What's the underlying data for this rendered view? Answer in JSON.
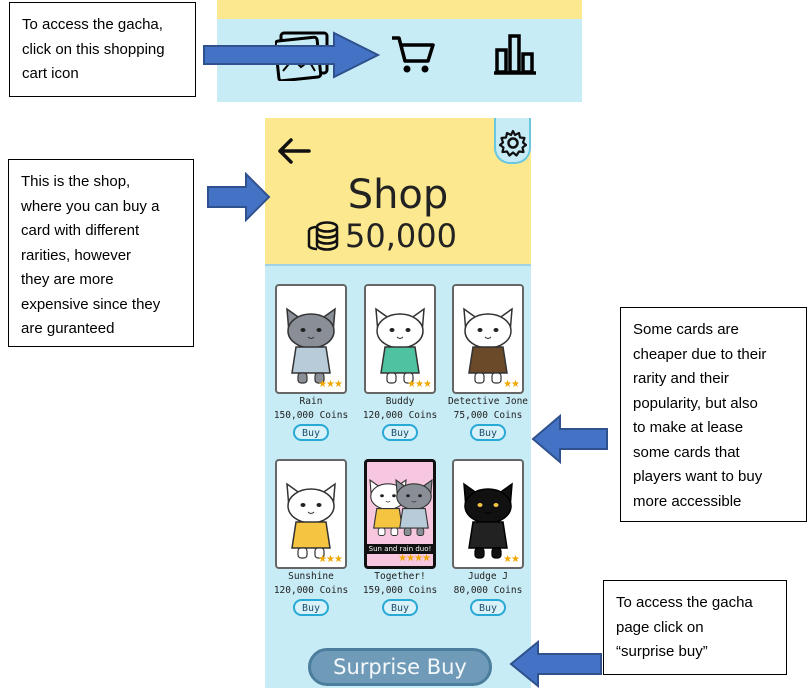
{
  "notes": {
    "gacha_access": "To access the gacha, click on this shopping cart icon",
    "gacha_access_lines": [
      "To access the gacha,",
      "click on this shopping",
      "cart icon"
    ],
    "shop_lines": [
      "This is the shop,",
      "where you can buy a",
      "card with different",
      "rarities, however",
      "they are more",
      "expensive since they",
      "are guranteed"
    ],
    "cheaper_lines": [
      "Some cards are",
      "cheaper due to their",
      "rarity and their",
      "popularity, but also",
      "to make at lease",
      "some cards that",
      "players want to buy",
      "more accessible"
    ],
    "surprise_lines": [
      "To access the gacha",
      "page click on",
      "“surprise buy”"
    ]
  },
  "nav": {
    "icons": [
      "cards-icon",
      "shopping-cart-icon",
      "bar-chart-icon"
    ]
  },
  "shop": {
    "title": "Shop",
    "coins": "50,000",
    "buy_label": "Buy",
    "surprise_label": "Surprise Buy",
    "cards": [
      {
        "name": "Rain",
        "price": "150,000 Coins",
        "stars": "★★★",
        "fur": "#8a8f97",
        "outfit": "#b7cbd8"
      },
      {
        "name": "Buddy",
        "price": "120,000 Coins",
        "stars": "★★★",
        "fur": "#ffffff",
        "outfit": "#4fc3a1"
      },
      {
        "name": "Detective Jone",
        "price": "75,000 Coins",
        "stars": "★★",
        "fur": "#ffffff",
        "outfit": "#6b4a2a"
      },
      {
        "name": "Sunshine",
        "price": "120,000 Coins",
        "stars": "★★★",
        "fur": "#ffffff",
        "outfit": "#f5c542"
      },
      {
        "name": "Together!",
        "price": "159,000 Coins",
        "stars": "★★★★",
        "caption": "Sun and rain duo!",
        "fur": "#ffffff",
        "outfit": "#f5c542"
      },
      {
        "name": "Judge J",
        "price": "80,000 Coins",
        "stars": "★★",
        "fur": "#111111",
        "outfit": "#222222"
      }
    ]
  },
  "colors": {
    "yellow": "#fce98f",
    "light_blue": "#c8ecf6",
    "arrow_blue": "#4472c4"
  }
}
